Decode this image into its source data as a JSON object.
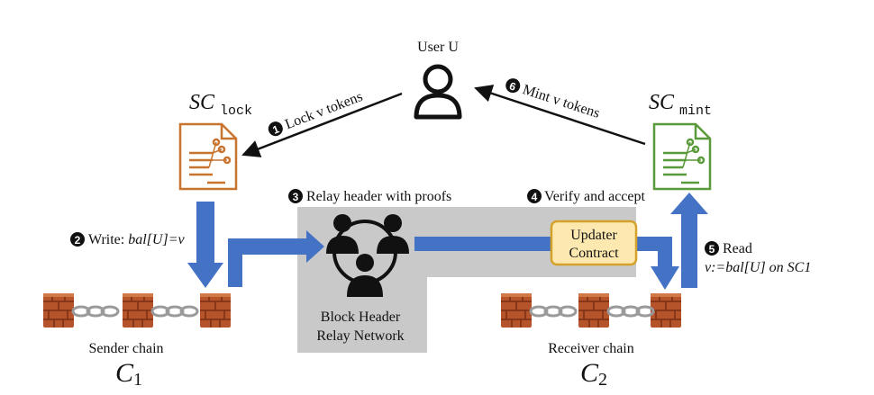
{
  "user": {
    "label": "User U"
  },
  "sc_lock": {
    "label": "SC",
    "subscript": "lock",
    "color": "#c8742f"
  },
  "sc_mint": {
    "label": "SC",
    "subscript": "mint",
    "color": "#5a9a3a"
  },
  "steps": {
    "s1": {
      "num": "1",
      "text": "Lock v tokens"
    },
    "s2": {
      "num": "2",
      "prefix": "Write: ",
      "expr": "bal[U]=v"
    },
    "s3": {
      "num": "3",
      "text": "Relay header with proofs"
    },
    "s4": {
      "num": "4",
      "text": "Verify and accept"
    },
    "s5": {
      "num": "5",
      "text": "Read",
      "line2": "v:=bal[U] on SC1"
    },
    "s6": {
      "num": "6",
      "text": "Mint v tokens"
    }
  },
  "relay": {
    "line1": "Block Header",
    "line2": "Relay Network",
    "bg": "#c9c9c9"
  },
  "updater": {
    "line1": "Updater",
    "line2": "Contract",
    "bg": "#fde9b0",
    "border": "#d4a22a"
  },
  "sender": {
    "label": "Sender chain",
    "symbol": "C",
    "index": "1"
  },
  "receiver": {
    "label": "Receiver chain",
    "symbol": "C",
    "index": "2"
  },
  "colors": {
    "arrow_blue": "#4472c4",
    "brick": "#b5532a",
    "chain": "#9a9a9a"
  }
}
